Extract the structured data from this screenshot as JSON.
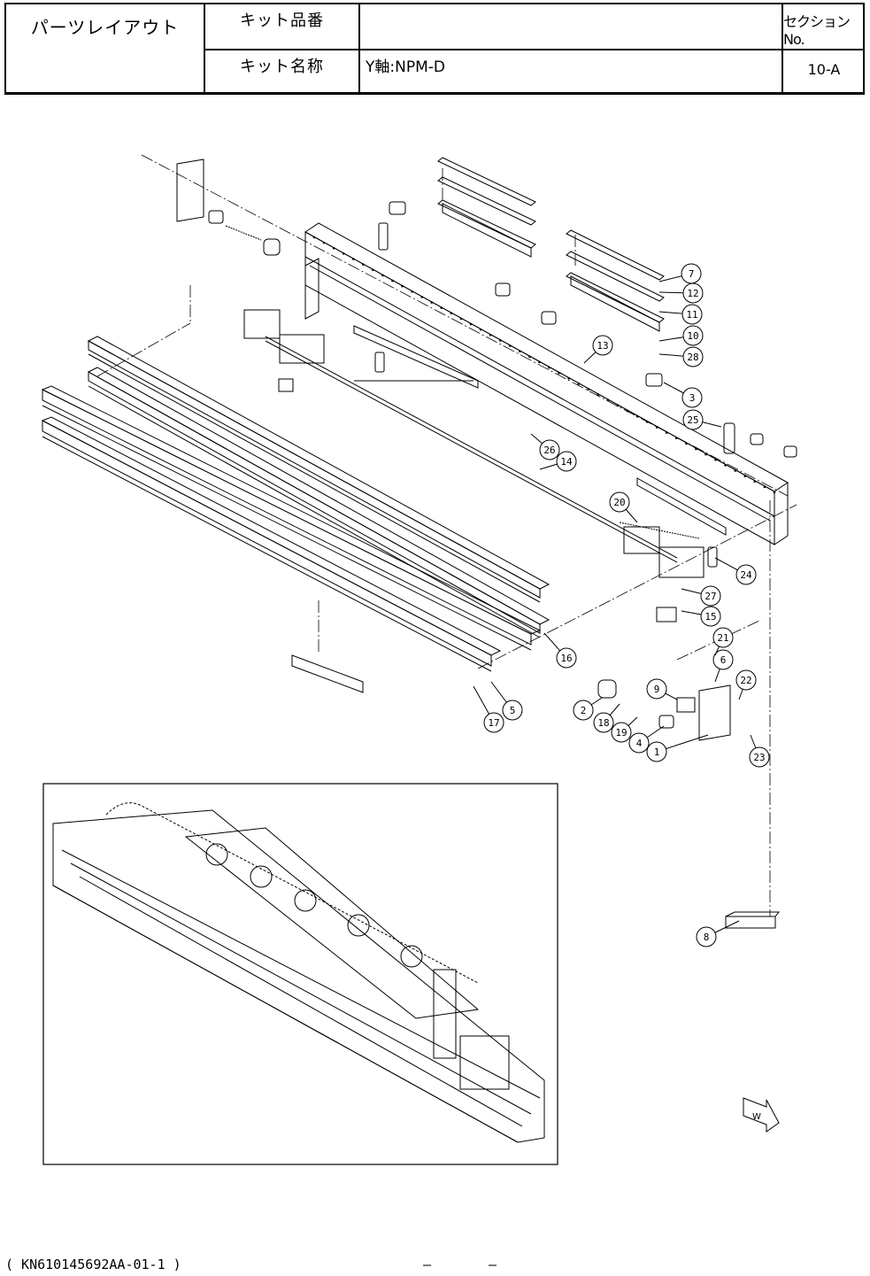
{
  "header": {
    "title": "パーツレイアウト",
    "kit_number_label": "キット品番",
    "kit_number_value": "",
    "kit_name_label": "キット名称",
    "kit_name_value": "Y軸:NPM-D",
    "section_label": "セクションNo.",
    "section_value": "10-A"
  },
  "callouts": [
    "1",
    "2",
    "3",
    "4",
    "5",
    "6",
    "7",
    "8",
    "9",
    "10",
    "11",
    "12",
    "13",
    "14",
    "15",
    "16",
    "17",
    "18",
    "19",
    "20",
    "21",
    "22",
    "23",
    "24",
    "25",
    "26",
    "27",
    "28"
  ],
  "view_arrow_label": "W",
  "footer": {
    "doc_code": "( KN610145692AA-01-1 )",
    "dash_left": "–",
    "dash_right": "–"
  }
}
